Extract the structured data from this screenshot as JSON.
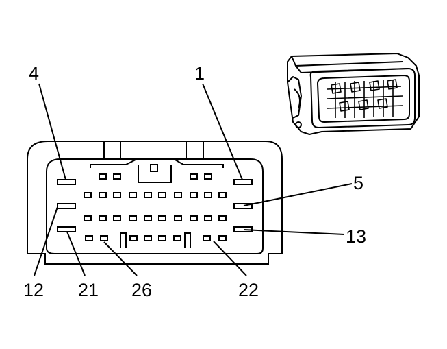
{
  "diagram": {
    "pin_labels": {
      "pin_4": "4",
      "pin_1": "1",
      "pin_5": "5",
      "pin_13": "13",
      "pin_12": "12",
      "pin_21": "21",
      "pin_26": "26",
      "pin_22": "22"
    },
    "colors": {
      "line": "#000000",
      "background": "#ffffff"
    }
  }
}
